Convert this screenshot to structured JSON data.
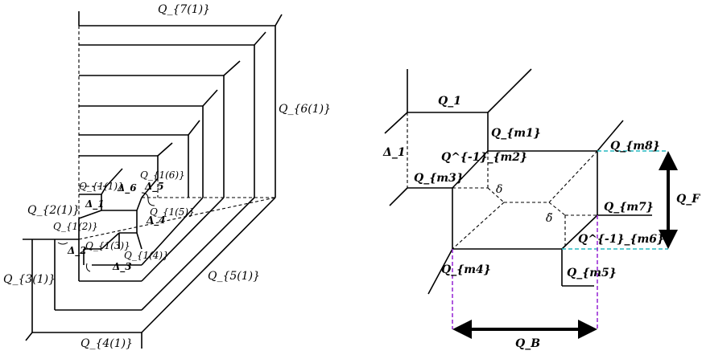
{
  "left_figure": {
    "labels": {
      "q7": "Q_{7(1)}",
      "q6": "Q_{6(1)}",
      "q5": "Q_{5(1)}",
      "q4": "Q_{4(1)}",
      "q3": "Q_{3(1)}",
      "q2": "Q_{2(1)}",
      "q11": "Q_{1(1)}",
      "q12": "Q_{1(2)}",
      "q13": "Q_{1(3)}",
      "q14": "Q_{1(4)}",
      "q15": "Q_{1(5)}",
      "q16": "Q_{1(6)}",
      "d1": "Δ_1",
      "d2": "Δ_2",
      "d3": "Δ_3",
      "d4": "Δ_4",
      "d5": "Δ_5",
      "d6": "Δ_6"
    }
  },
  "right_figure": {
    "labels": {
      "q1": "Q_1",
      "delta1": "Δ_1",
      "qm1": "Q_{m1}",
      "qm2inv": "Q^{-1}_{m2}",
      "qm3": "Q_{m3}",
      "qm4": "Q_{m4}",
      "qm5": "Q_{m5}",
      "qm6inv": "Q^{-1}_{m6}",
      "qm7": "Q_{m7}",
      "qm8": "Q_{m8}",
      "delta": "δ",
      "delta_tilde": "δ̃",
      "qf": "Q_F",
      "qb": "Q_B"
    },
    "colors": {
      "cyan_guides": "#26b8c0",
      "purple_guides": "#9b2fd6"
    }
  }
}
